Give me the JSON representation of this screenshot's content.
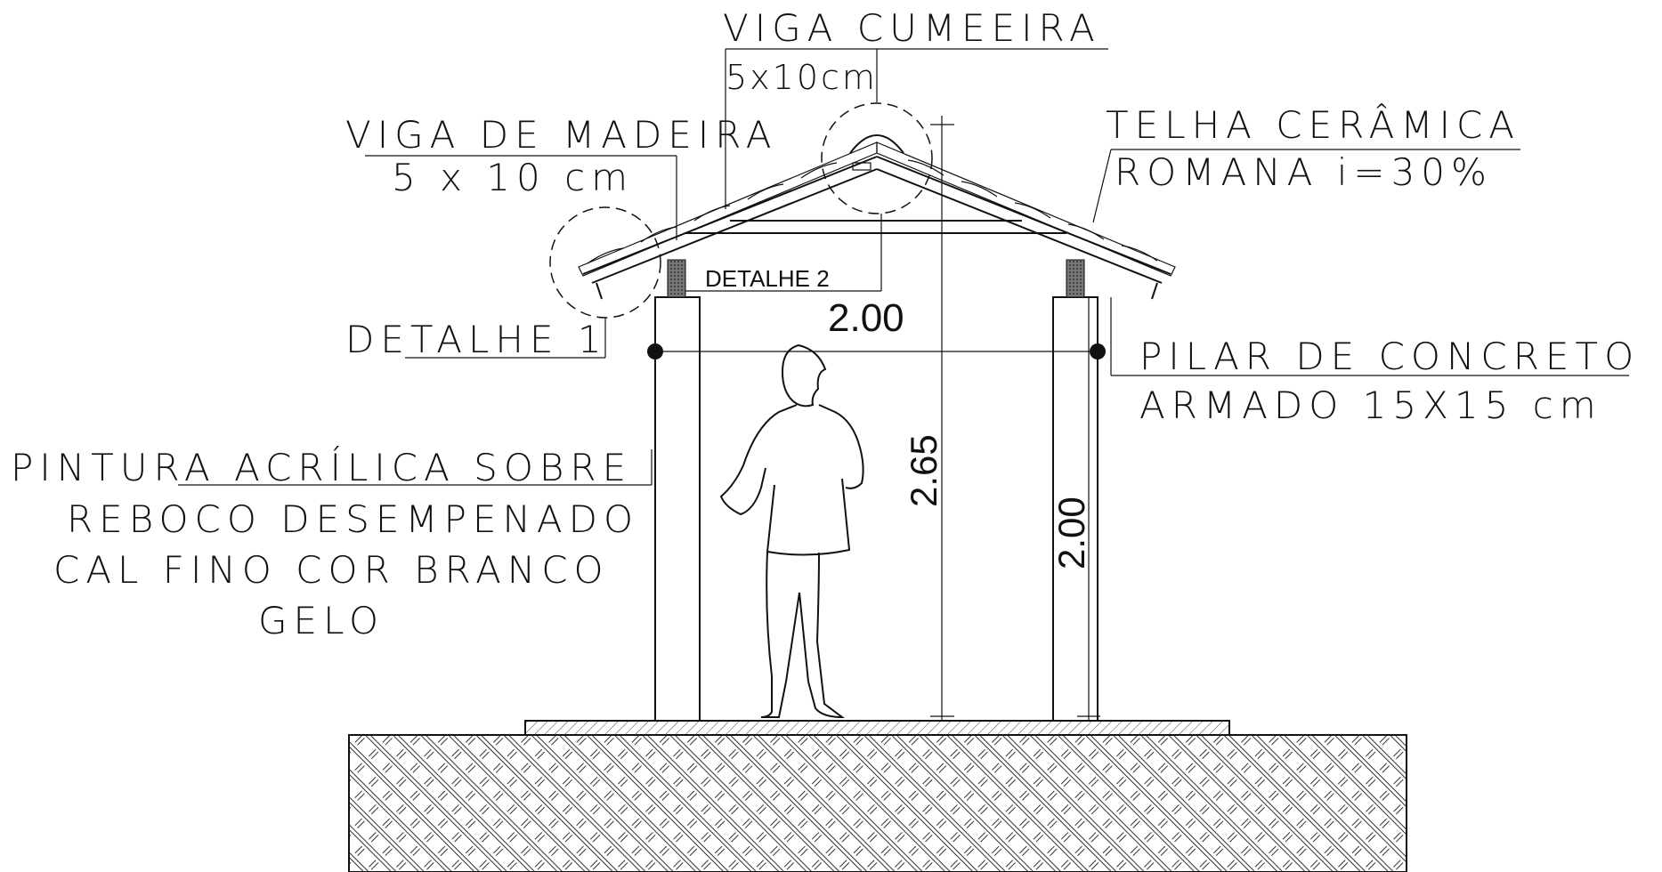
{
  "labels": {
    "viga_cumeeira": "VIGA CUMEEIRA",
    "viga_cumeeira_size": "5x10cm",
    "viga_madeira": "VIGA DE MADEIRA",
    "viga_madeira_size": "5 x 10 cm",
    "telha_line1": "TELHA CERÂMICA",
    "telha_line2": "ROMANA i=30%",
    "detalhe_1": "DETALHE 1",
    "detalhe_2": "DETALHE 2",
    "pilar_line1": "PILAR DE CONCRETO",
    "pilar_line2": "ARMADO 15X15 cm",
    "pintura_line1": "PINTURA ACRÍLICA SOBRE",
    "pintura_line2": "REBOCO DESEMPENADO",
    "pintura_line3": "CAL FINO COR BRANCO",
    "pintura_line4": "GELO"
  },
  "dimensions": {
    "span_width": "2.00",
    "ridge_height": "2.65",
    "pillar_height": "2.00"
  },
  "colors": {
    "ink": "#111111",
    "paper": "#ffffff"
  }
}
